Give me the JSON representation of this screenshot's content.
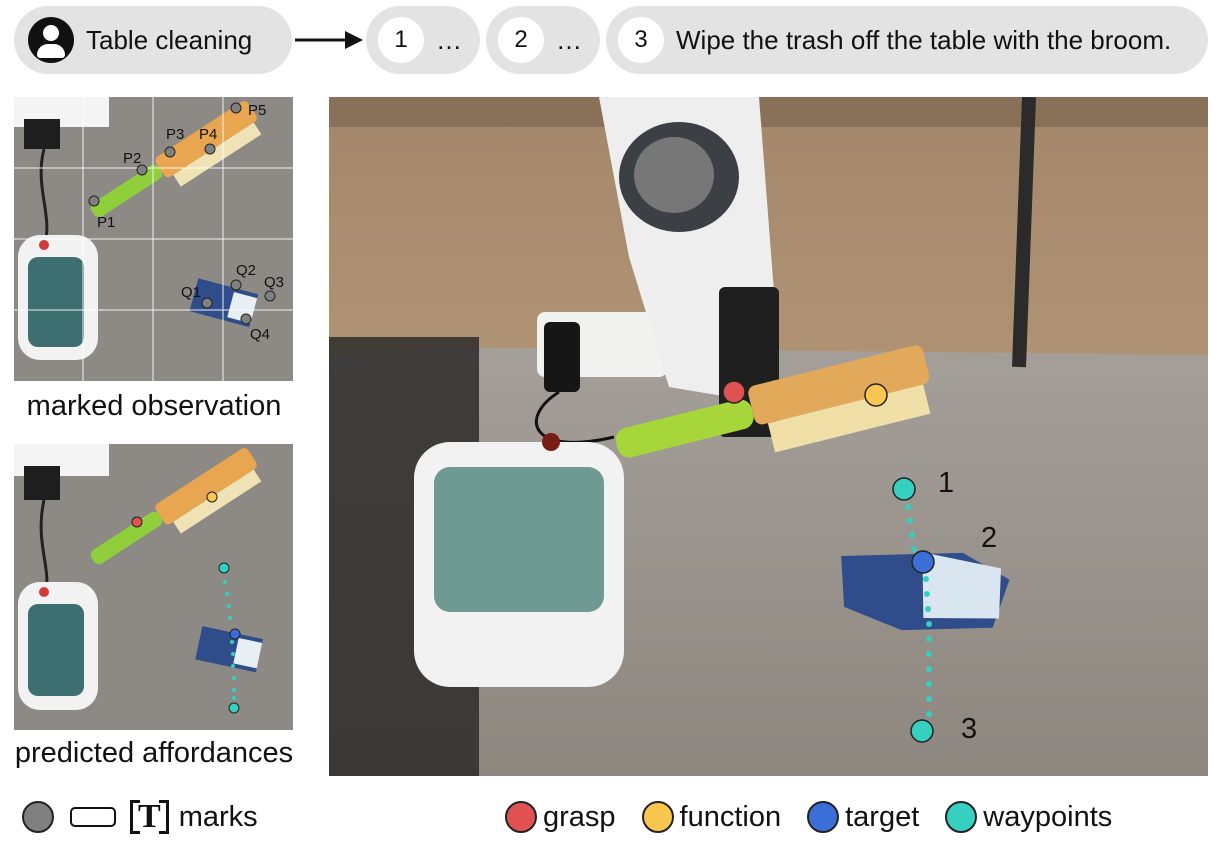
{
  "header": {
    "task_label": "Table cleaning",
    "steps": [
      {
        "num": "1",
        "text": "…"
      },
      {
        "num": "2",
        "text": "…"
      },
      {
        "num": "3",
        "text": "Wipe the trash off the table with the broom."
      }
    ]
  },
  "left_top": {
    "caption": "marked observation",
    "points": [
      "P1",
      "P2",
      "P3",
      "P4",
      "P5",
      "Q1",
      "Q2",
      "Q3",
      "Q4"
    ]
  },
  "left_bottom": {
    "caption": "predicted affordances"
  },
  "main": {
    "waypoint_labels": [
      "1",
      "2",
      "3"
    ]
  },
  "legend": {
    "marks_label": "marks",
    "marks_text_icon": "T",
    "items": [
      {
        "label": "grasp",
        "color": "#e05252"
      },
      {
        "label": "function",
        "color": "#f9c74f"
      },
      {
        "label": "target",
        "color": "#3a6fd8"
      },
      {
        "label": "waypoints",
        "color": "#35d0c0"
      }
    ],
    "mark_dot_color": "#808080"
  }
}
